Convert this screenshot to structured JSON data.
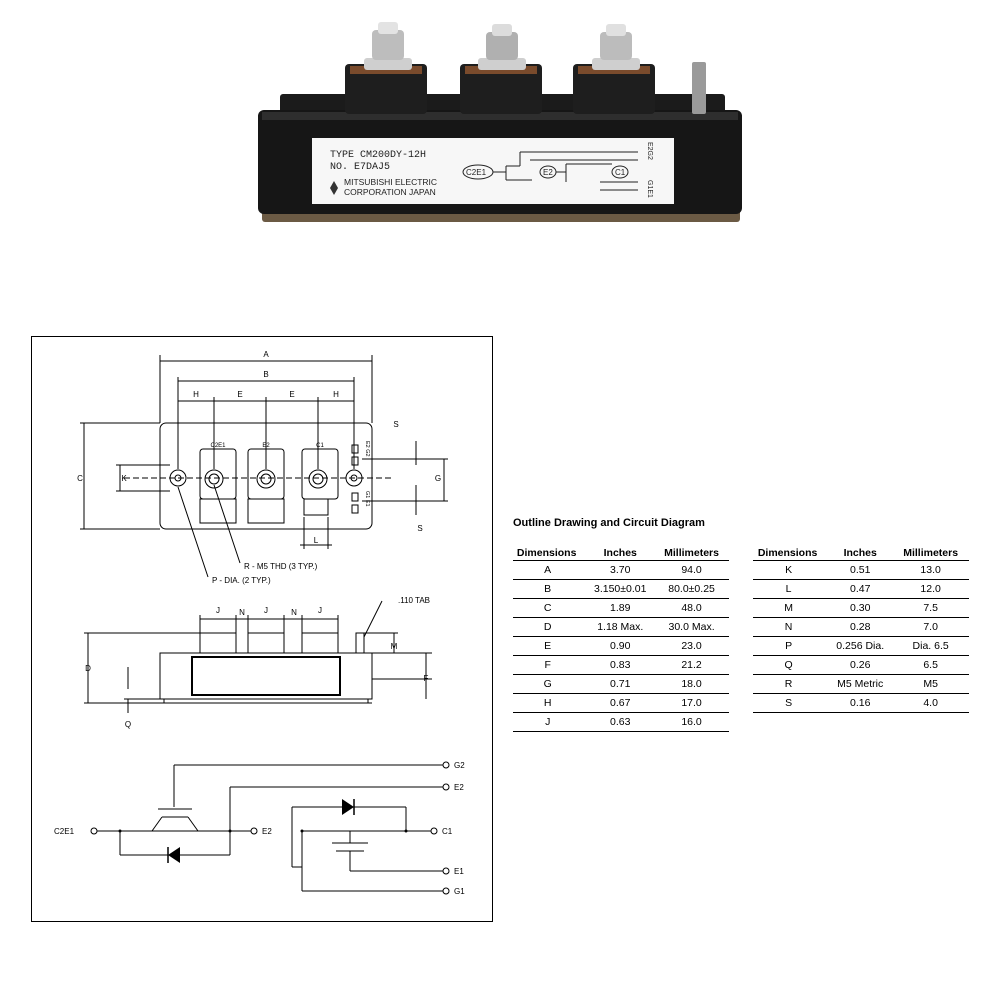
{
  "module_label": {
    "type_line": "TYPE  CM200DY-12H",
    "no_line": "NO.   E7DAJ5",
    "maker_line1": "MITSUBISHI ELECTRIC",
    "maker_line2": "CORPORATION JAPAN",
    "pins": {
      "c2e1": "C2E1",
      "e2": "E2",
      "c1": "C1",
      "e2g2": "E2G2",
      "g1e1": "G1E1"
    }
  },
  "drawing": {
    "dim_letters": {
      "a": "A",
      "b": "B",
      "h": "H",
      "e": "E",
      "c": "C",
      "k": "K",
      "s": "S",
      "g": "G",
      "l": "L",
      "j": "J",
      "n": "N",
      "d": "D",
      "m": "M",
      "f": "F",
      "q": "Q"
    },
    "terminal_labels": {
      "c2e1": "C2E1",
      "e2": "E2",
      "c1": "C1",
      "e2g2": "E2 G2",
      "g1e1": "G1 E1"
    },
    "callouts": {
      "thread": "R - M5 THD (3 TYP.)",
      "hole": "P - DIA. (2 TYP.)",
      "tab": ".110 TAB"
    },
    "circuit_labels": {
      "g2": "G2",
      "e2_top": "E2",
      "c2e1": "C2E1",
      "e2_mid": "E2",
      "c1": "C1",
      "e1": "E1",
      "g1": "G1"
    }
  },
  "section_title": "Outline Drawing and Circuit Diagram",
  "table_headers": [
    "Dimensions",
    "Inches",
    "Millimeters"
  ],
  "table_left": [
    [
      "A",
      "3.70",
      "94.0"
    ],
    [
      "B",
      "3.150±0.01",
      "80.0±0.25"
    ],
    [
      "C",
      "1.89",
      "48.0"
    ],
    [
      "D",
      "1.18 Max.",
      "30.0 Max."
    ],
    [
      "E",
      "0.90",
      "23.0"
    ],
    [
      "F",
      "0.83",
      "21.2"
    ],
    [
      "G",
      "0.71",
      "18.0"
    ],
    [
      "H",
      "0.67",
      "17.0"
    ],
    [
      "J",
      "0.63",
      "16.0"
    ]
  ],
  "table_right": [
    [
      "K",
      "0.51",
      "13.0"
    ],
    [
      "L",
      "0.47",
      "12.0"
    ],
    [
      "M",
      "0.30",
      "7.5"
    ],
    [
      "N",
      "0.28",
      "7.0"
    ],
    [
      "P",
      "0.256 Dia.",
      "Dia. 6.5"
    ],
    [
      "Q",
      "0.26",
      "6.5"
    ],
    [
      "R",
      "M5 Metric",
      "M5"
    ],
    [
      "S",
      "0.16",
      "4.0"
    ]
  ]
}
